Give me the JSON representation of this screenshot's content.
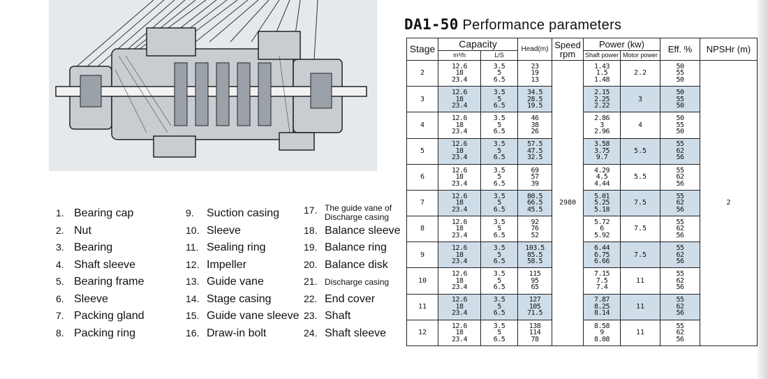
{
  "title": {
    "model": "DA1-50",
    "text": "Performance parameters"
  },
  "parts_left": [
    {
      "n": "1.",
      "label": "Bearing cap"
    },
    {
      "n": "2.",
      "label": "Nut"
    },
    {
      "n": "3.",
      "label": "Bearing"
    },
    {
      "n": "4.",
      "label": "Shaft sleeve"
    },
    {
      "n": "5.",
      "label": "Bearing frame"
    },
    {
      "n": "6.",
      "label": "Sleeve"
    },
    {
      "n": "7.",
      "label": "Packing gland"
    },
    {
      "n": "8.",
      "label": "Packing ring"
    }
  ],
  "parts_mid": [
    {
      "n": "9.",
      "label": "Suction casing"
    },
    {
      "n": "10.",
      "label": "Sleeve"
    },
    {
      "n": "11.",
      "label": "Sealing ring"
    },
    {
      "n": "12.",
      "label": "Impeller"
    },
    {
      "n": "13.",
      "label": "Guide vane"
    },
    {
      "n": "14.",
      "label": "Stage casing"
    },
    {
      "n": "15.",
      "label": "Guide vane sleeve"
    },
    {
      "n": "16.",
      "label": "Draw-in bolt"
    }
  ],
  "parts_right": [
    {
      "n": "17.",
      "label": "The guide vane of Discharge casing"
    },
    {
      "n": "18.",
      "label": "Balance sleeve"
    },
    {
      "n": "19.",
      "label": "Balance ring"
    },
    {
      "n": "20.",
      "label": "Balance disk"
    },
    {
      "n": "21.",
      "label": "Discharge casing"
    },
    {
      "n": "22.",
      "label": "End cover"
    },
    {
      "n": "23.",
      "label": "Shaft"
    },
    {
      "n": "24.",
      "label": "Shaft sleeve"
    }
  ],
  "table": {
    "headers": {
      "stage": "Stage",
      "capacity": "Capacity",
      "m3h": "m³/h",
      "ls": "L/S",
      "head": "Head(m)",
      "speed": "Speed rpm",
      "power": "Power (kw)",
      "shaft_power": "Shaft power",
      "motor_power": "Motor power",
      "eff": "Eff. %",
      "npsh": "NPSHr (m)"
    },
    "speed": "2980",
    "npsh": "2",
    "rows": [
      {
        "stage": "2",
        "m3h": [
          "12.6",
          "18",
          "23.4"
        ],
        "ls": [
          "3.5",
          "5",
          "6.5"
        ],
        "head": [
          "23",
          "19",
          "13"
        ],
        "shaft": [
          "1.43",
          "1.5",
          "1.48"
        ],
        "motor": "2.2",
        "eff": [
          "50",
          "55",
          "50"
        ]
      },
      {
        "stage": "3",
        "m3h": [
          "12.6",
          "18",
          "23.4"
        ],
        "ls": [
          "3.5",
          "5",
          "6.5"
        ],
        "head": [
          "34.5",
          "28.5",
          "19.5"
        ],
        "shaft": [
          "2.15",
          "2.25",
          "2.22"
        ],
        "motor": "3",
        "eff": [
          "50",
          "55",
          "50"
        ]
      },
      {
        "stage": "4",
        "m3h": [
          "12.6",
          "18",
          "23.4"
        ],
        "ls": [
          "3.5",
          "5",
          "6.5"
        ],
        "head": [
          "46",
          "38",
          "26"
        ],
        "shaft": [
          "2.86",
          "3",
          "2.96"
        ],
        "motor": "4",
        "eff": [
          "50",
          "55",
          "50"
        ]
      },
      {
        "stage": "5",
        "m3h": [
          "12.6",
          "18",
          "23.4"
        ],
        "ls": [
          "3.5",
          "5",
          "6.5"
        ],
        "head": [
          "57.5",
          "47.5",
          "32.5"
        ],
        "shaft": [
          "3.58",
          "3.75",
          "9.7"
        ],
        "motor": "5.5",
        "eff": [
          "55",
          "62",
          "56"
        ]
      },
      {
        "stage": "6",
        "m3h": [
          "12.6",
          "18",
          "23.4"
        ],
        "ls": [
          "3.5",
          "5",
          "6.5"
        ],
        "head": [
          "69",
          "57",
          "39"
        ],
        "shaft": [
          "4.29",
          "4.5",
          "4.44"
        ],
        "motor": "5.5",
        "eff": [
          "55",
          "62",
          "56"
        ]
      },
      {
        "stage": "7",
        "m3h": [
          "12.6",
          "18",
          "23.4"
        ],
        "ls": [
          "3.5",
          "5",
          "6.5"
        ],
        "head": [
          "80.5",
          "66.5",
          "45.5"
        ],
        "shaft": [
          "5.01",
          "5.25",
          "5.18"
        ],
        "motor": "7.5",
        "eff": [
          "55",
          "62",
          "56"
        ]
      },
      {
        "stage": "8",
        "m3h": [
          "12.6",
          "18",
          "23.4"
        ],
        "ls": [
          "3.5",
          "5",
          "6.5"
        ],
        "head": [
          "92",
          "76",
          "52"
        ],
        "shaft": [
          "5.72",
          "6",
          "5.92"
        ],
        "motor": "7.5",
        "eff": [
          "55",
          "62",
          "56"
        ]
      },
      {
        "stage": "9",
        "m3h": [
          "12.6",
          "18",
          "23.4"
        ],
        "ls": [
          "3.5",
          "5",
          "6.5"
        ],
        "head": [
          "103.5",
          "85.5",
          "58.5"
        ],
        "shaft": [
          "6.44",
          "6.75",
          "6.66"
        ],
        "motor": "7.5",
        "eff": [
          "55",
          "62",
          "56"
        ]
      },
      {
        "stage": "10",
        "m3h": [
          "12.6",
          "18",
          "23.4"
        ],
        "ls": [
          "3.5",
          "5",
          "6.5"
        ],
        "head": [
          "115",
          "95",
          "65"
        ],
        "shaft": [
          "7.15",
          "7.5",
          "7.4"
        ],
        "motor": "11",
        "eff": [
          "55",
          "62",
          "56"
        ]
      },
      {
        "stage": "11",
        "m3h": [
          "12.6",
          "18",
          "23.4"
        ],
        "ls": [
          "3.5",
          "5",
          "6.5"
        ],
        "head": [
          "127",
          "105",
          "71.5"
        ],
        "shaft": [
          "7.87",
          "8.25",
          "8.14"
        ],
        "motor": "11",
        "eff": [
          "55",
          "62",
          "56"
        ]
      },
      {
        "stage": "12",
        "m3h": [
          "12.6",
          "18",
          "23.4"
        ],
        "ls": [
          "3.5",
          "5",
          "6.5"
        ],
        "head": [
          "138",
          "114",
          "78"
        ],
        "shaft": [
          "8.58",
          "9",
          "8.08"
        ],
        "motor": "11",
        "eff": [
          "55",
          "62",
          "56"
        ]
      }
    ]
  },
  "colors": {
    "row_shade": "#cfdde9",
    "diagram_bg": "#e6e9ec"
  }
}
